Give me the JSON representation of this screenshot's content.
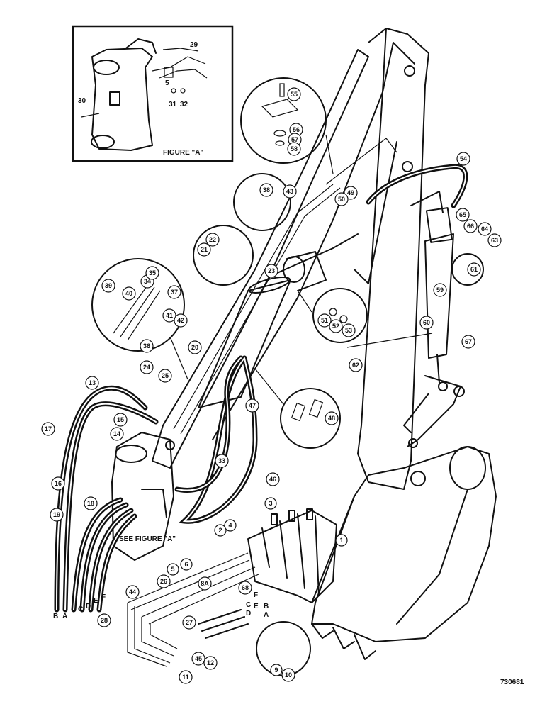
{
  "figure_a": {
    "caption": "FIGURE \"A\"",
    "numbers": [
      "29",
      "30",
      "31",
      "32",
      "5"
    ]
  },
  "see_figure": "SEE FIGURE \"A\"",
  "drawing_number": "730681",
  "hose_end_labels": [
    "B",
    "A",
    "C",
    "D",
    "E",
    "F"
  ],
  "valve_letter_stack": [
    "F",
    "C",
    "D",
    "E",
    "B",
    "A"
  ],
  "callouts": [
    "1",
    "2",
    "3",
    "4",
    "5",
    "6",
    "8A",
    "9",
    "10",
    "11",
    "12",
    "13",
    "14",
    "15",
    "16",
    "17",
    "18",
    "19",
    "20",
    "21",
    "22",
    "23",
    "24",
    "25",
    "26",
    "27",
    "28",
    "33",
    "34",
    "35",
    "36",
    "37",
    "38",
    "39",
    "40",
    "41",
    "42",
    "43",
    "44",
    "45",
    "46",
    "47",
    "48",
    "49",
    "50",
    "51",
    "52",
    "53",
    "54",
    "55",
    "56",
    "57",
    "58",
    "59",
    "60",
    "61",
    "62",
    "63",
    "64",
    "65",
    "66",
    "67",
    "68"
  ]
}
